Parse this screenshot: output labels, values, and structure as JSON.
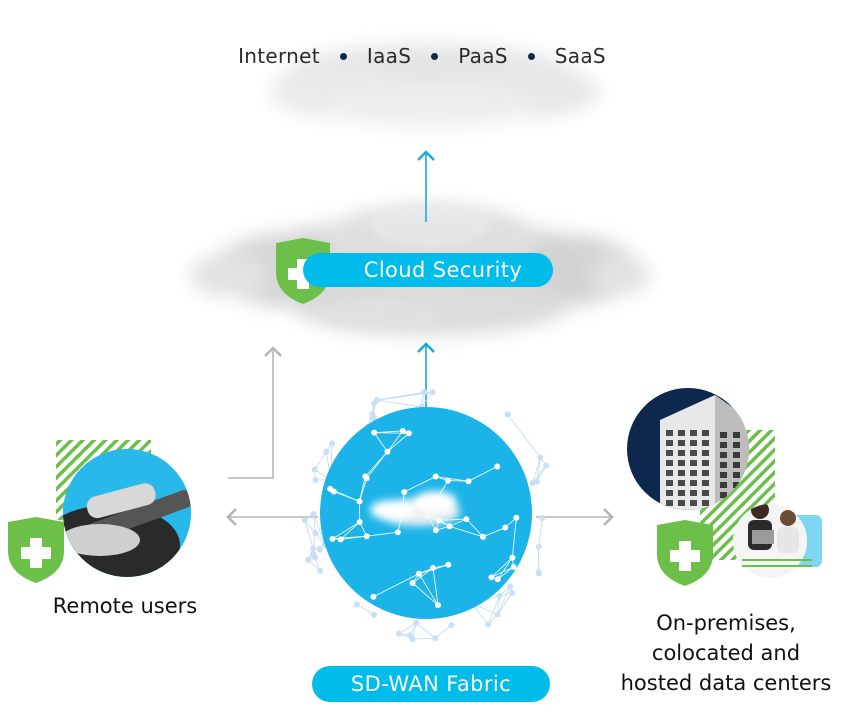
{
  "top": {
    "services": [
      "Internet",
      "IaaS",
      "PaaS",
      "SaaS"
    ]
  },
  "cloud_security": {
    "label": "Cloud Security"
  },
  "fabric": {
    "label": "SD-WAN Fabric"
  },
  "remote": {
    "label": "Remote users"
  },
  "datacenter": {
    "lines": [
      "On-premises,",
      "colocated and",
      "hosted data centers"
    ]
  },
  "colors": {
    "accent": "#00bceb",
    "shield": "#6cc04a",
    "navy": "#0d274d",
    "arrow": "#b5b5b5"
  }
}
